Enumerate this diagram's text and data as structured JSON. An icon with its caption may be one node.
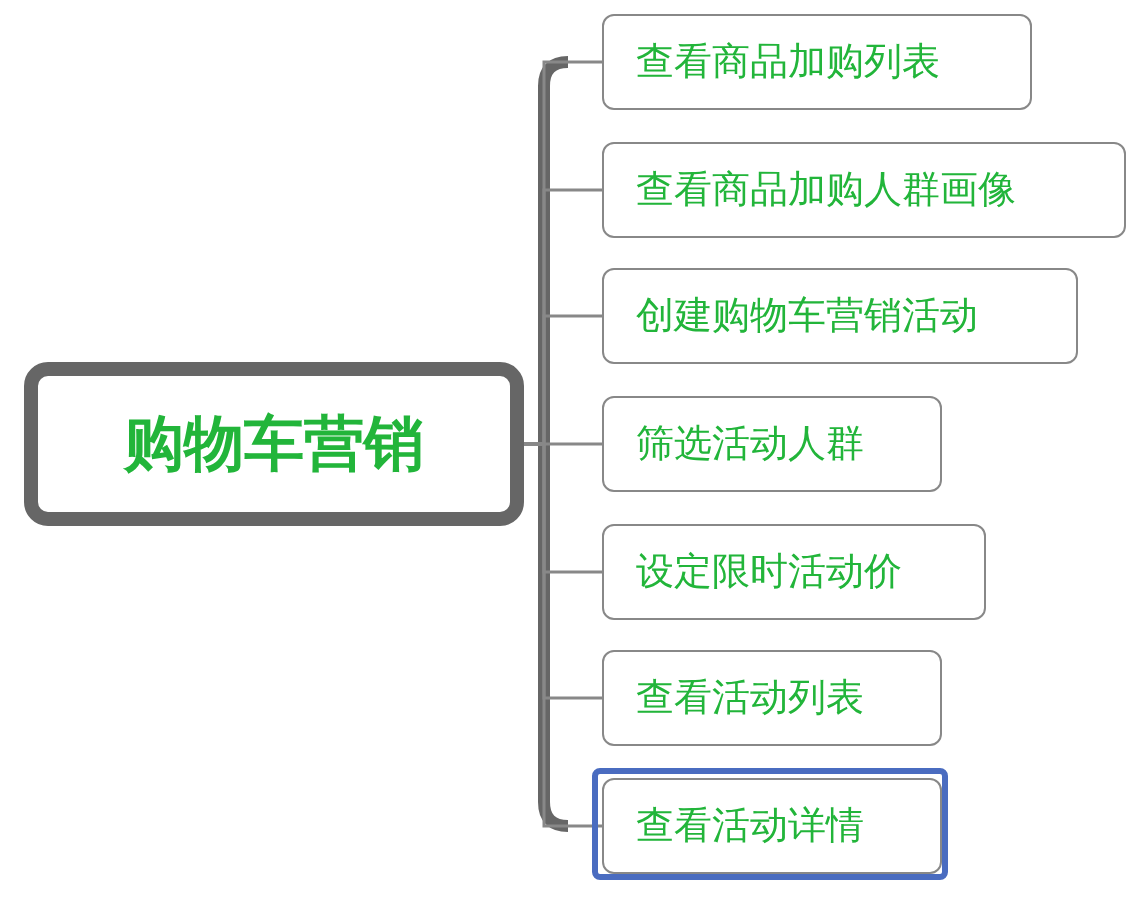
{
  "diagram": {
    "nodes": [
      {
        "text": [
          "购物车营销"
        ]
      },
      {
        "text": [
          "查看商品加购列表"
        ]
      },
      {
        "text": [
          "查看商品加购人群画像"
        ]
      },
      {
        "text": [
          "创建购物车营销活动"
        ]
      },
      {
        "text": [
          "筛选活动人群"
        ]
      },
      {
        "text": [
          "设定限时活动价"
        ]
      },
      {
        "text": [
          "查看活动列表"
        ]
      },
      {
        "text": [
          "查看活动详情"
        ]
      }
    ],
    "edges": [
      {
        "from": 0,
        "to": 1,
        "arrow": "none"
      },
      {
        "from": 0,
        "to": 2,
        "arrow": "none"
      },
      {
        "from": 0,
        "to": 3,
        "arrow": "none"
      },
      {
        "from": 0,
        "to": 4,
        "arrow": "none"
      },
      {
        "from": 0,
        "to": 5,
        "arrow": "none"
      },
      {
        "from": 0,
        "to": 6,
        "arrow": "none"
      },
      {
        "from": 0,
        "to": 7,
        "arrow": "none"
      }
    ]
  }
}
